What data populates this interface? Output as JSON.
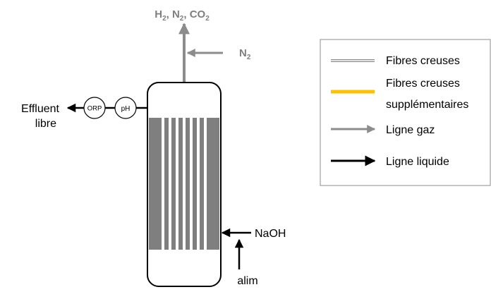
{
  "gas_outlet": {
    "h": "H",
    "s1": "2",
    "c1": ", N",
    "s2": "2",
    "c2": ", CO",
    "s3": "2"
  },
  "gas_inlet": {
    "n": "N",
    "sub": "2"
  },
  "effluent": {
    "line1": "Effluent",
    "line2": "libre"
  },
  "sensors": {
    "orp": "ORP",
    "ph": "pH"
  },
  "naoh": "NaOH",
  "feed": "alim",
  "legend": {
    "items": [
      {
        "key": "hollow_fiber",
        "line1": "Fibres creuses",
        "line2": ""
      },
      {
        "key": "extra_fiber",
        "line1": "Fibres creuses",
        "line2": "supplémentaires"
      },
      {
        "key": "gas_line",
        "line1": "Ligne gaz",
        "line2": ""
      },
      {
        "key": "liquid_line",
        "line1": "Ligne liquide",
        "line2": ""
      }
    ]
  },
  "colors": {
    "gas": "#8c8c8c",
    "liquid": "#000000",
    "fibers_fill": "#7f7f7f",
    "extra_fibers": "#ffc000",
    "legend_border": "#8c8c8c"
  }
}
